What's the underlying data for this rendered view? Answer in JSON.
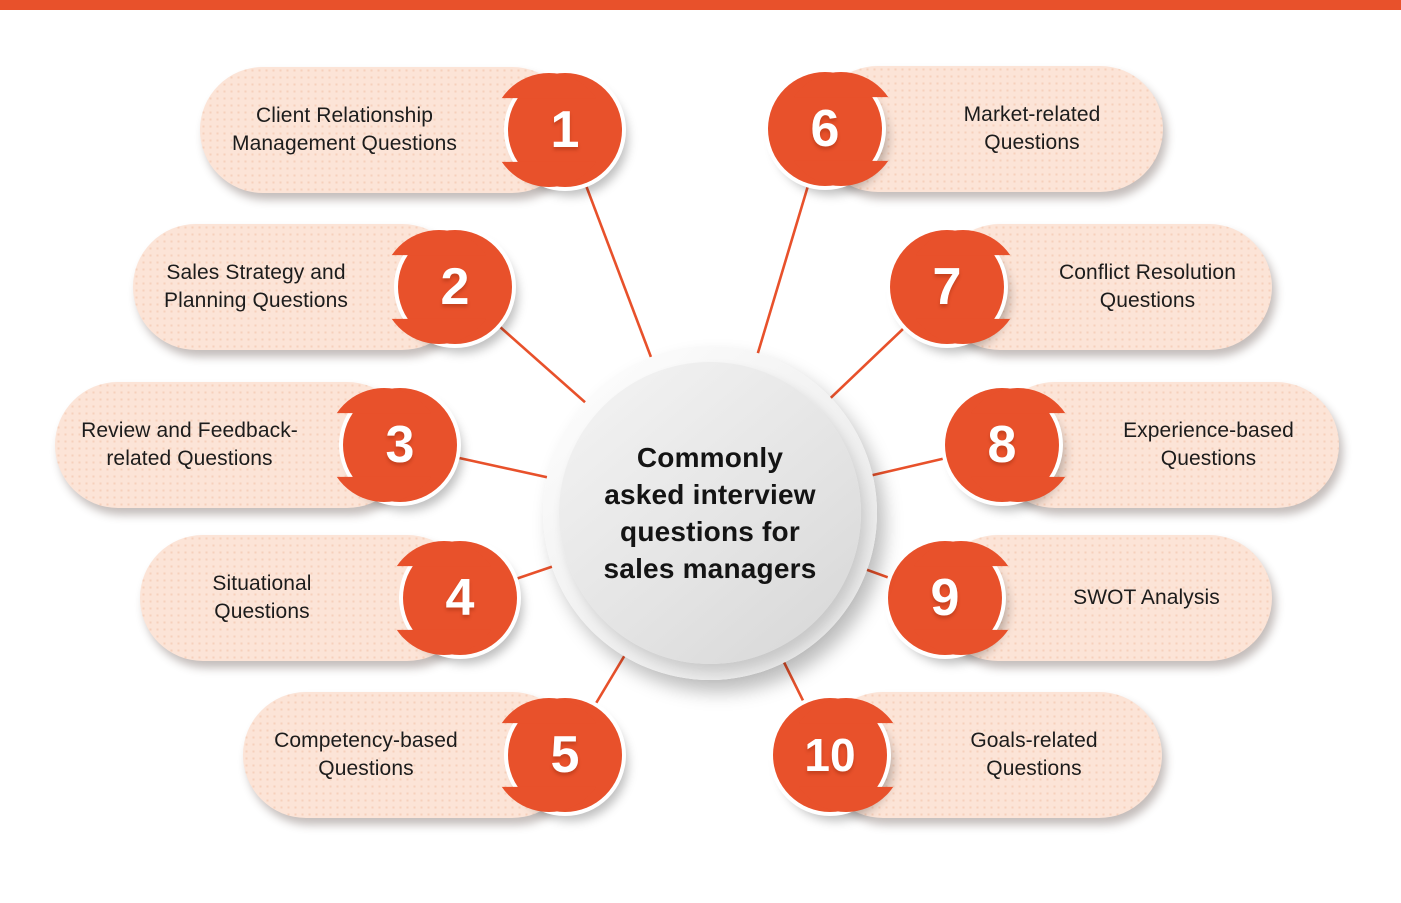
{
  "topbar": {
    "color": "#E8512B"
  },
  "center": {
    "title": "Commonly asked interview questions for sales managers",
    "title_lines": [
      "Commonly",
      "asked interview",
      "questions for",
      "sales managers"
    ]
  },
  "items": [
    {
      "number": "1",
      "label": "Client Relationship Management Questions"
    },
    {
      "number": "2",
      "label": "Sales Strategy and Planning Questions"
    },
    {
      "number": "3",
      "label": "Review and Feedback-related Questions"
    },
    {
      "number": "4",
      "label": "Situational Questions"
    },
    {
      "number": "5",
      "label": "Competency-based Questions"
    },
    {
      "number": "6",
      "label": "Market-related Questions"
    },
    {
      "number": "7",
      "label": "Conflict Resolution Questions"
    },
    {
      "number": "8",
      "label": "Experience-based Questions"
    },
    {
      "number": "9",
      "label": "SWOT Analysis"
    },
    {
      "number": "10",
      "label": "Goals-related Questions"
    }
  ],
  "colors": {
    "accent_orange": "#E8512B",
    "pill_peach": "#FCE4D7",
    "hub_gray": "#E3E3E3",
    "text_dark": "#1C1C1C",
    "connector": "#E8512B",
    "number_text": "#FFFFFF"
  }
}
